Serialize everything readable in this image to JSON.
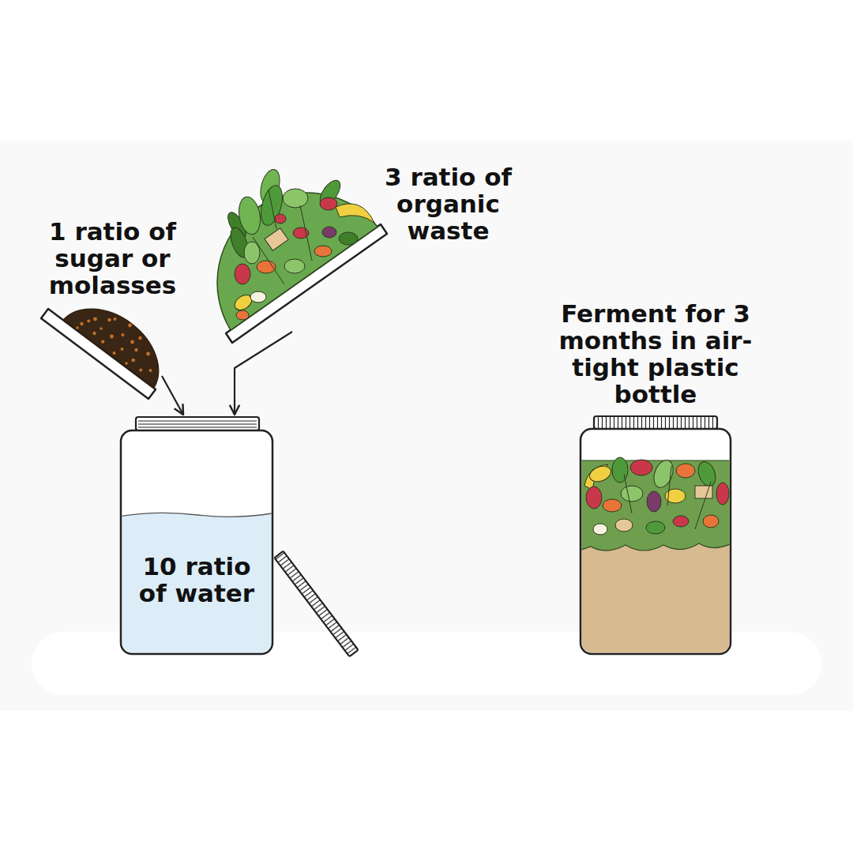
{
  "diagram": {
    "nodes": [
      {
        "text": [
          "1 ratio of sugar or molasses"
        ]
      },
      {
        "text": [
          "3 ratio of organic waste"
        ]
      },
      {
        "text": [
          "10 ratio of water"
        ]
      },
      {
        "text": [
          "Ferment for 3 months in air-tight plastic bottle"
        ]
      }
    ],
    "edges": [
      {
        "from": 0,
        "to": 2,
        "arrow": "to"
      },
      {
        "from": 1,
        "to": 2,
        "arrow": "to"
      }
    ]
  }
}
